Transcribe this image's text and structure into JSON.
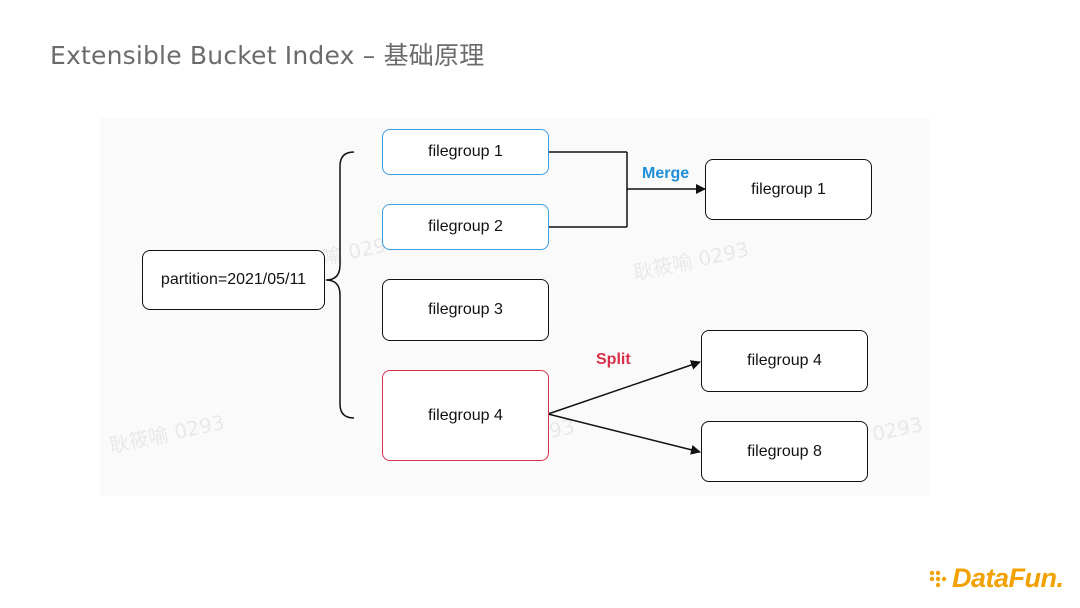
{
  "title": "Extensible Bucket Index – 基础原理",
  "diagram": {
    "partition_label": "partition=2021/05/11",
    "left_groups": [
      "filegroup 1",
      "filegroup 2",
      "filegroup 3",
      "filegroup 4"
    ],
    "merge_label": "Merge",
    "merge_result": "filegroup 1",
    "split_label": "Split",
    "split_results": [
      "filegroup 4",
      "filegroup 8"
    ]
  },
  "watermark": "耿筱喻 0293",
  "logo": {
    "text": "DataFun."
  },
  "colors": {
    "merge": "#1e8fd8",
    "split": "#d9304a",
    "title": "#6b6b6b",
    "logo": "#f2a100"
  }
}
